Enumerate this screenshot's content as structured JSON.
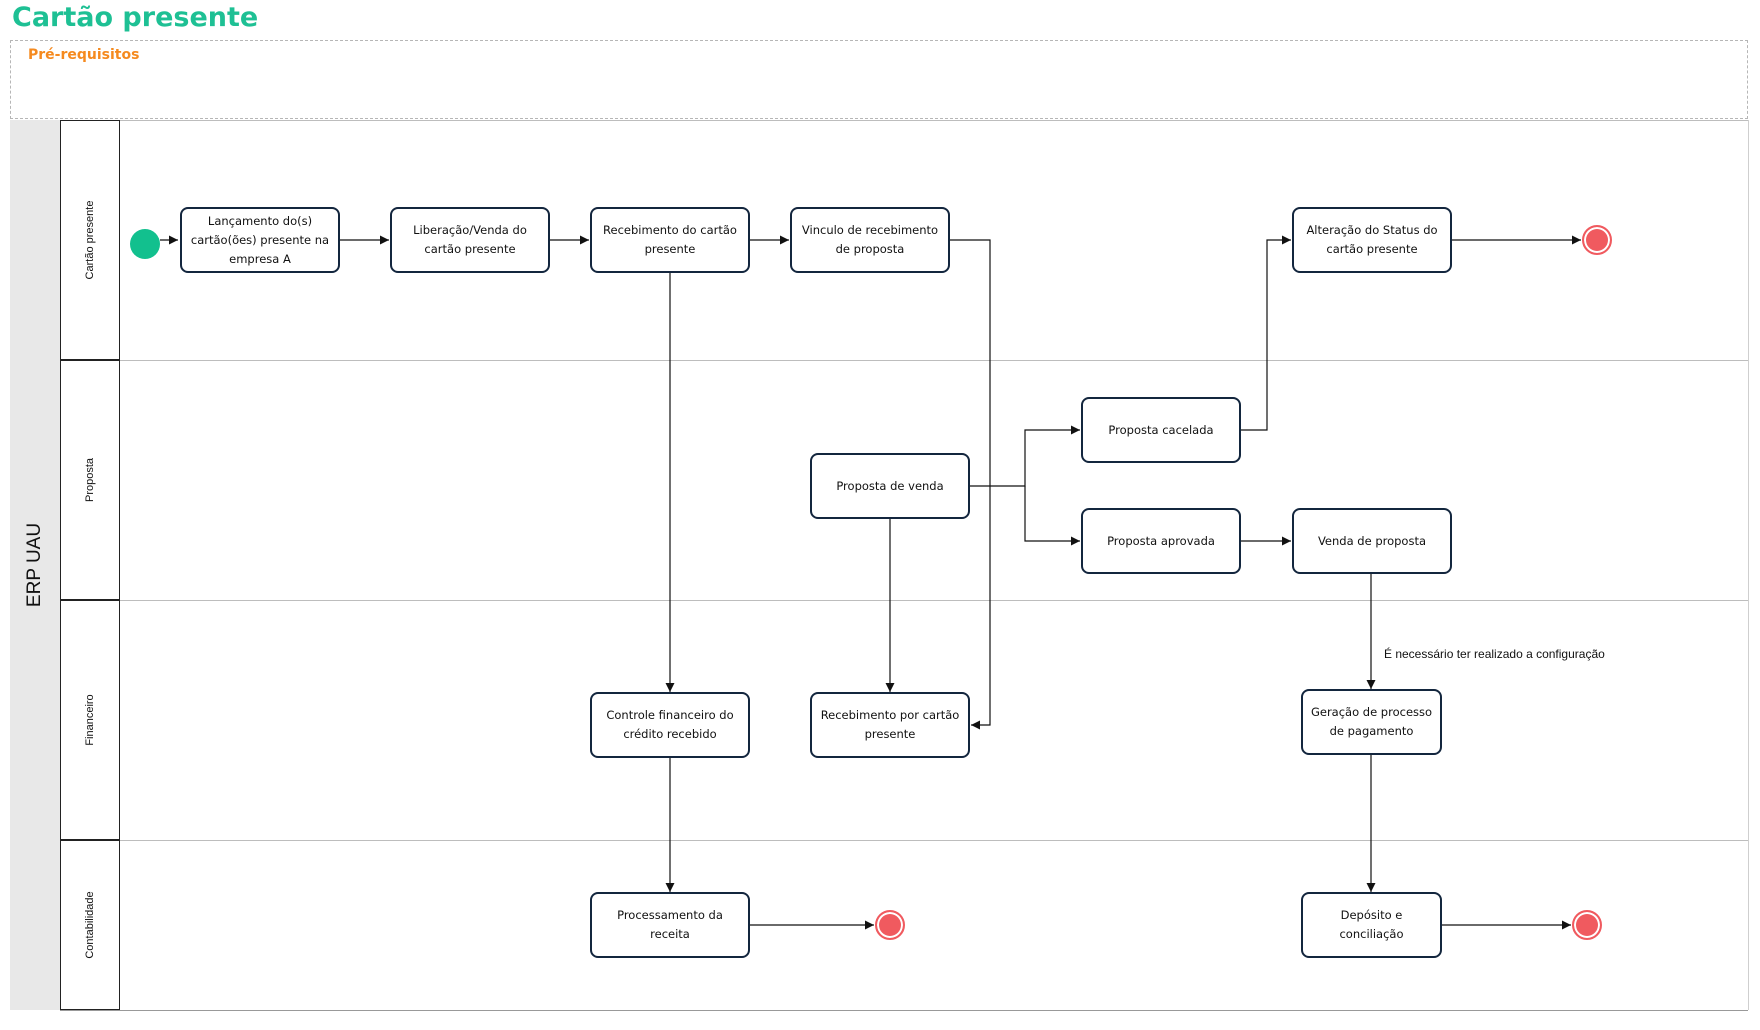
{
  "title": "Cartão presente",
  "prerequisites_label": "Pré-requisitos",
  "pool": {
    "label": "ERP UAU"
  },
  "lanes": [
    {
      "label": "Cartão presente"
    },
    {
      "label": "Proposta"
    },
    {
      "label": "Financeiro"
    },
    {
      "label": "Contabilidade"
    }
  ],
  "tasks": {
    "lancamento": "Lançamento do(s) cartão(ões) presente na empresa A",
    "liberacao": "Liberação/Venda do cartão presente",
    "recebimento_cartao": "Recebimento do cartão presente",
    "vinculo": "Vinculo de recebimento de proposta",
    "alteracao_status": "Alteração do Status do cartão presente",
    "proposta_venda": "Proposta de venda",
    "proposta_cancelada": "Proposta cacelada",
    "proposta_aprovada": "Proposta aprovada",
    "venda_proposta": "Venda de proposta",
    "controle_financeiro": "Controle financeiro do crédito recebido",
    "recebimento_por_cartao": "Recebimento por cartão presente",
    "geracao_processo": "Geração de processo de pagamento",
    "processamento_receita": "Processamento da receita",
    "deposito_conciliacao": "Depósito e conciliação"
  },
  "annotation": "É necessário ter realizado a configuração",
  "colors": {
    "title": "#1ec094",
    "prerequisites": "#f58a1f",
    "start_event": "#12c08e",
    "end_event": "#f05a5f",
    "task_border": "#13263e",
    "pool_label_bg": "#e8e8e8"
  }
}
